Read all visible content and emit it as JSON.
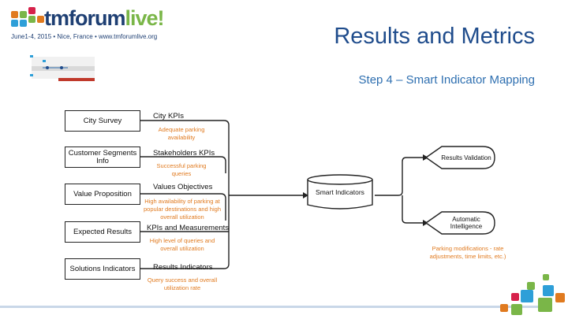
{
  "header": {
    "logo": {
      "brand_tm": "tmforum",
      "brand_live": "live!",
      "tagline": "June1-4, 2015 • Nice, France • www.tmforumlive.org"
    },
    "title": "Results and Metrics",
    "subtitle": "Step 4 – Smart Indicator Mapping"
  },
  "diagram": {
    "left_boxes": [
      {
        "label": "City Survey"
      },
      {
        "label": "Customer Segments Info"
      },
      {
        "label": "Value Proposition"
      },
      {
        "label": "Expected Results"
      },
      {
        "label": "Solutions Indicators"
      }
    ],
    "bracket_labels": [
      {
        "label": "City KPIs"
      },
      {
        "label": "Stakeholders KPIs"
      },
      {
        "label": "Values Objectives"
      },
      {
        "label": "KPIs and Measurements"
      },
      {
        "label": "Results Indicators"
      }
    ],
    "orange_notes": [
      {
        "text": "Adequate parking availability"
      },
      {
        "text": "Successful parking queries"
      },
      {
        "text": "High availability of parking at popular destinations and high overall utilization"
      },
      {
        "text": "High level of queries and overall utilization"
      },
      {
        "text": "Query success and overall utilization rate"
      }
    ],
    "center": {
      "label": "Smart Indicators"
    },
    "right_nodes": [
      {
        "label": "Results Validation"
      },
      {
        "label": "Automatic Intelligence"
      }
    ],
    "right_note": {
      "text": "Parking modifications - rate adjustments, time limits, etc.)"
    }
  },
  "colors": {
    "logo_squares": [
      "#2e9fd8",
      "#7ab648",
      "#e07a1f",
      "#d6224b"
    ],
    "title": "#1f4c8c",
    "subtitle": "#2e6fb0",
    "orange_text": "#e07a1f",
    "accent_red": "#c0392b"
  }
}
